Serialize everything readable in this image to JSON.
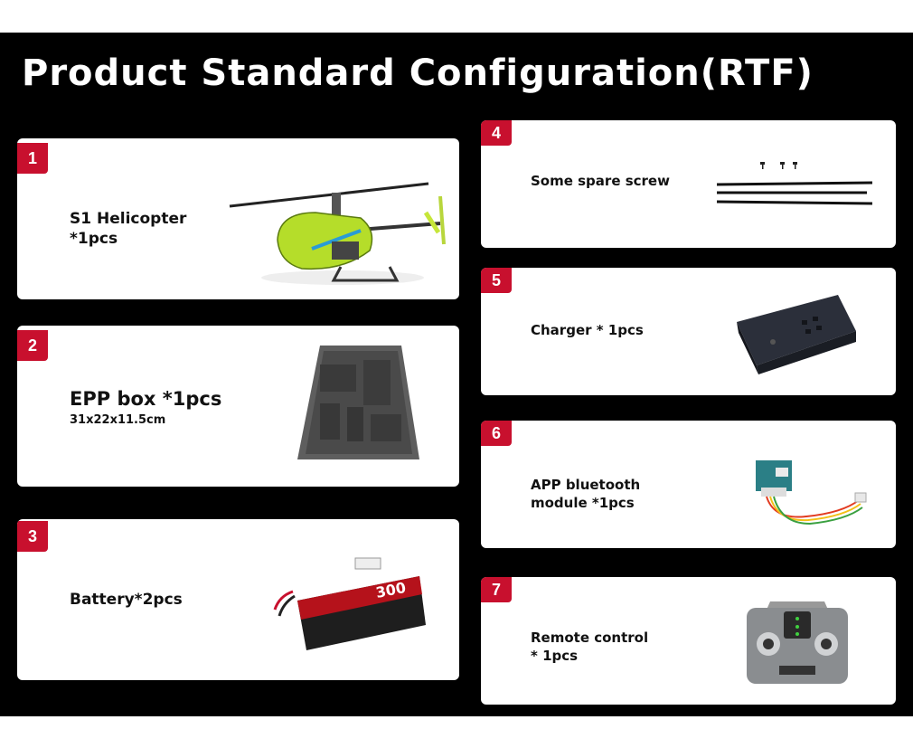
{
  "title": "Product Standard Configuration(RTF)",
  "colors": {
    "background": "#000000",
    "badge": "#c8102e",
    "card": "#ffffff"
  },
  "items": [
    {
      "number": "1",
      "line1": "S1 Helicopter",
      "line2": "*1pcs",
      "icon": "helicopter-icon"
    },
    {
      "number": "2",
      "line1": "EPP box *1pcs",
      "line2": "31x22x11.5cm",
      "icon": "foam-box-icon"
    },
    {
      "number": "3",
      "line1": "Battery*2pcs",
      "icon": "battery-icon",
      "battery_text": "300"
    },
    {
      "number": "4",
      "line1": "Some spare screw",
      "icon": "screws-icon"
    },
    {
      "number": "5",
      "line1": "Charger * 1pcs",
      "icon": "charger-icon"
    },
    {
      "number": "6",
      "line1": "APP bluetooth",
      "line2": "module *1pcs",
      "icon": "bluetooth-module-icon"
    },
    {
      "number": "7",
      "line1": "Remote control",
      "line2": "* 1pcs",
      "icon": "remote-control-icon"
    }
  ]
}
